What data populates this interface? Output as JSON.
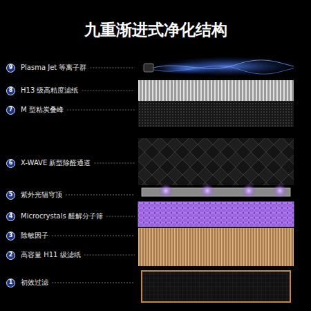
{
  "diagram": {
    "title": "九重渐进式净化结构",
    "nodes": [
      {
        "text": [
          "9"
        ]
      },
      {
        "text": [
          "8"
        ]
      },
      {
        "text": [
          "7"
        ]
      },
      {
        "text": [
          "6"
        ]
      },
      {
        "text": [
          "5"
        ]
      },
      {
        "text": [
          "4"
        ]
      },
      {
        "text": [
          "3"
        ]
      },
      {
        "text": [
          "2"
        ]
      },
      {
        "text": [
          "1"
        ]
      }
    ],
    "labels": [
      "Plasma Jet 等离子群",
      "H13 级高精度滤纸",
      "M 型粘炭叠峰",
      "X-WAVE 新型除醛通道",
      "紫外光辐穹顶",
      "Microcrystals 醛解分子筛",
      "除敏因子",
      "高容量 H11 级滤纸",
      "初效过滤"
    ]
  }
}
